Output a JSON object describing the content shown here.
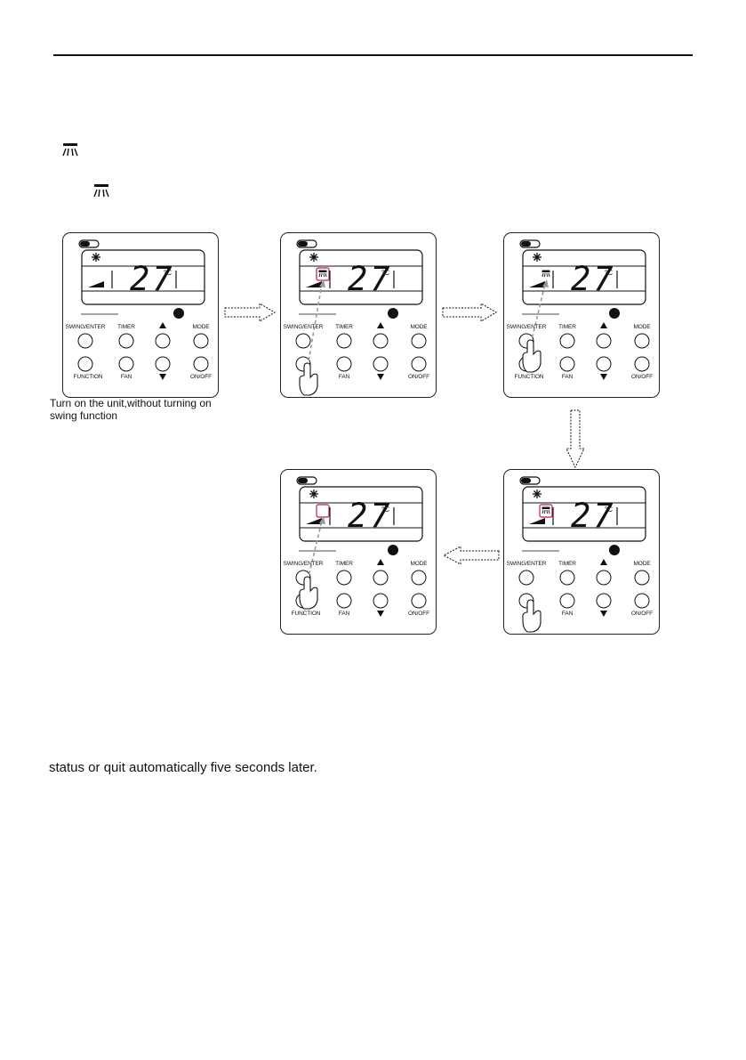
{
  "caption": "Turn on the unit,without turning on swing function",
  "footer_text": "status or quit automatically five seconds later.",
  "display": {
    "temperature": "27",
    "unit": "°C"
  },
  "buttons": {
    "swing_enter": "SWING/ENTER",
    "timer": "TIMER",
    "mode": "MODE",
    "function": "FUNCTION",
    "fan": "FAN",
    "onoff": "ON/OFF",
    "up_icon": "up-arrow-icon",
    "down_icon": "down-arrow-icon"
  },
  "colors": {
    "highlight": "#c2185b",
    "guide": "#9a9a9a"
  }
}
